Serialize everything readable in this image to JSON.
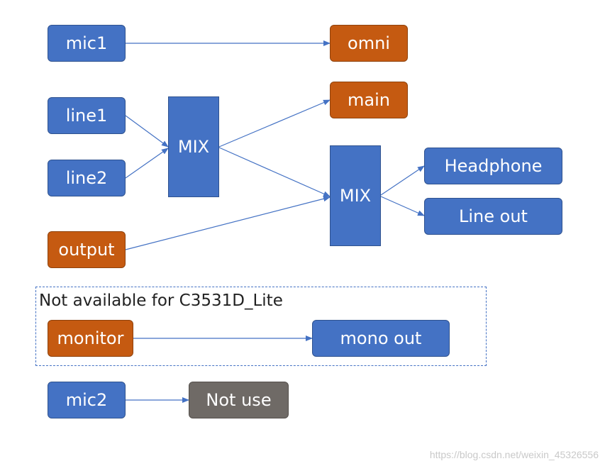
{
  "nodes": {
    "mic1": "mic1",
    "omni": "omni",
    "line1": "line1",
    "line2": "line2",
    "mix1": "MIX",
    "main": "main",
    "mix2": "MIX",
    "headphone": "Headphone",
    "line_out": "Line out",
    "output": "output",
    "monitor": "monitor",
    "mono_out": "mono out",
    "mic2": "mic2",
    "not_use": "Not use"
  },
  "group": {
    "label": "Not available for C3531D_Lite"
  },
  "watermark": "https://blog.csdn.net/weixin_45326556",
  "colors": {
    "blue": "#4472c4",
    "orange": "#c55a11",
    "gray": "#6f6a66",
    "arrow": "#4472c4"
  },
  "edges": [
    [
      "mic1",
      "omni"
    ],
    [
      "line1",
      "mix1"
    ],
    [
      "line2",
      "mix1"
    ],
    [
      "mix1",
      "main"
    ],
    [
      "mix1",
      "mix2"
    ],
    [
      "output",
      "mix2"
    ],
    [
      "mix2",
      "headphone"
    ],
    [
      "mix2",
      "line_out"
    ],
    [
      "monitor",
      "mono_out"
    ],
    [
      "mic2",
      "not_use"
    ]
  ]
}
